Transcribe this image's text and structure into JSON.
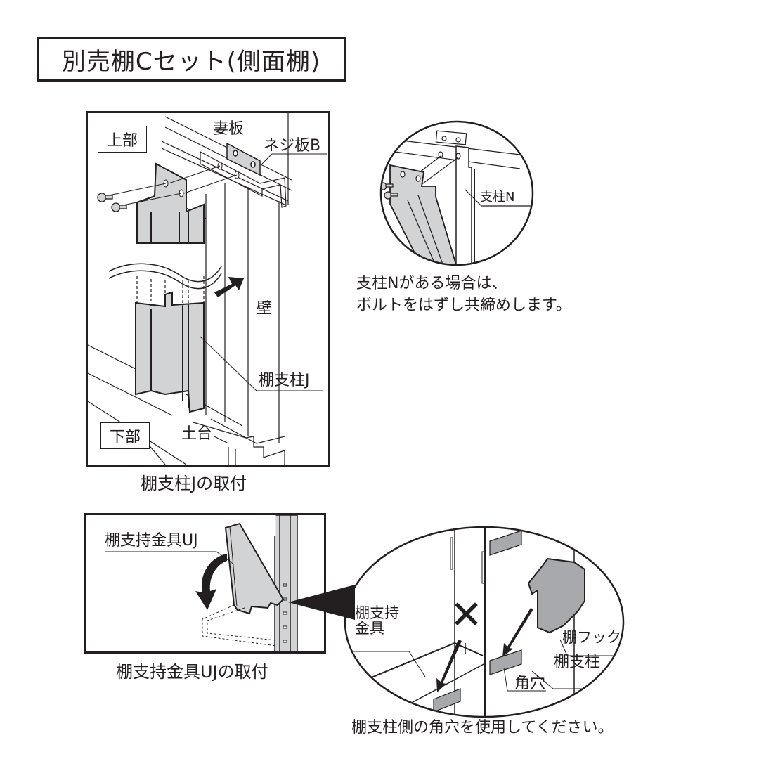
{
  "title": "別売棚Cセット(側面棚)",
  "colors": {
    "ink": "#231f20",
    "part_fill": "#d1d3d4",
    "hole_fill": "#a7a9ac",
    "background": "#ffffff"
  },
  "figure_upper_left": {
    "tag_top": "上部",
    "tag_bottom": "下部",
    "labels": {
      "end_panel": "妻板",
      "screw_plate": "ネジ板B",
      "wall": "壁",
      "shelf_post": "棚支柱J",
      "base": "土台"
    },
    "caption": "棚支柱Jの取付"
  },
  "figure_upper_right": {
    "labels": {
      "post_n": "支柱N"
    },
    "note_line1": "支柱Nがある場合は、",
    "note_line2": "ボルトをはずし共締めします。"
  },
  "figure_lower_left": {
    "labels": {
      "bracket": "棚支持金具UJ"
    },
    "caption": "棚支持金具UJの取付"
  },
  "figure_lower_right": {
    "labels": {
      "bracket_line1": "棚支持",
      "bracket_line2": "金具",
      "shelf_hook": "棚フック",
      "shelf_post": "棚支柱",
      "square_hole": "角穴"
    },
    "wrong_mark": "✕",
    "caption": "棚支柱側の角穴を使用してください。"
  }
}
